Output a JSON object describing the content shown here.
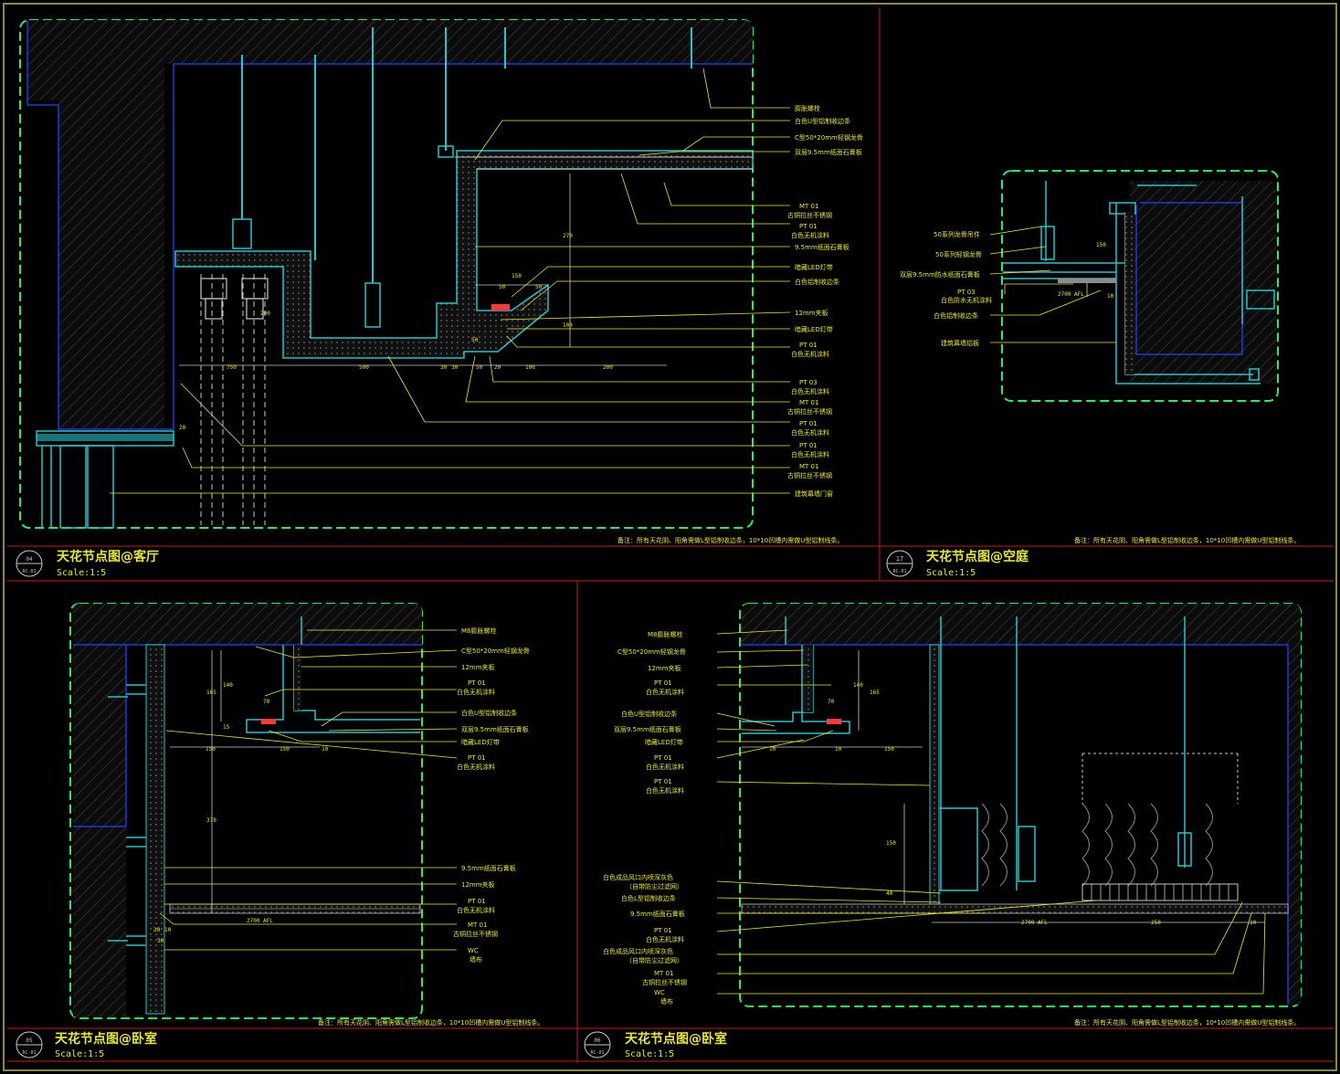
{
  "colors": {
    "background": "#000000",
    "frame": "#8a8a4a",
    "divider": "#c81e1e",
    "boundary": "#2eea5e",
    "leader": "#e8e83a",
    "structure": "#1c3bd8",
    "member": "#27c4cc",
    "hatch": "#7f7f7f",
    "wall": "#c9c9c9",
    "light": "#ff3a3a"
  },
  "panels": [
    {
      "id": "p1",
      "no": "04",
      "ref": "RC-01",
      "title": "天花节点图@客厅",
      "scale": "Scale:1:5",
      "note": "备注：所有天花阴、阳角需做L型铝制收边条，10*10凹槽内需做U型铝制线条。",
      "labels": [
        "膨胀螺栓",
        "白色U型铝制收边条",
        "C型50*20mm轻钢龙骨",
        "双层9.5mm纸面石膏板",
        "MT 01",
        "古铜拉丝不锈钢",
        "PT 01",
        "白色无机涂料",
        "9.5mm纸面石膏板",
        "暗藏LED灯带",
        "白色铝制收边条",
        "12mm夹板",
        "暗藏LED灯带",
        "PT 01",
        "白色无机涂料",
        "PT 03",
        "白色无机涂料",
        "MT 01",
        "古铜拉丝不锈钢",
        "PT 01",
        "白色无机涂料",
        "PT 01",
        "白色无机涂料",
        "MT 01",
        "古铜拉丝不锈钢",
        "建筑幕墙门窗"
      ],
      "dims": [
        "750",
        "500",
        "200",
        "100",
        "150",
        "50",
        "50",
        "50",
        "30",
        "30",
        "50",
        "20",
        "20",
        "100",
        "270",
        "200"
      ]
    },
    {
      "id": "p2",
      "no": "17",
      "ref": "RC-01",
      "title": "天花节点图@空庭",
      "scale": "Scale:1:5",
      "note": "备注：所有天花阴、阳角需做L型铝制收边条，10*10凹槽内需做U型铝制线条。",
      "labels": [
        "50系列龙骨吊件",
        "50系列轻钢龙骨",
        "双层9.5mm防水纸面石膏板",
        "PT 03",
        "白色防水无机涂料",
        "白色铝制收边条",
        "建筑幕墙铝板"
      ],
      "dims": [
        "150",
        "10",
        "2700 AFL"
      ]
    },
    {
      "id": "p3",
      "no": "05",
      "ref": "RC-01",
      "title": "天花节点图@卧室",
      "scale": "Scale:1:5",
      "note": "备注：所有天花阴、阳角需做L型铝制收边条，10*10凹槽内需做U型铝制线条。",
      "labels": [
        "M8膨胀螺栓",
        "C型50*20mm轻钢龙骨",
        "12mm夹板",
        "PT 01",
        "白色无机涂料",
        "白色U型铝制收边条",
        "双层9.5mm纸面石膏板",
        "暗藏LED灯带",
        "PT 01",
        "白色无机涂料",
        "9.5mm纸面石膏板",
        "12mm夹板",
        "PT 01",
        "白色无机涂料",
        "MT 01",
        "古铜拉丝不锈钢",
        "WC",
        "墙布"
      ],
      "dims": [
        "165",
        "140",
        "70",
        "15",
        "150",
        "150",
        "10",
        "370",
        "2700 AFL",
        "20",
        "10",
        "30"
      ]
    },
    {
      "id": "p4",
      "no": "06",
      "ref": "RC-01",
      "title": "天花节点图@卧室",
      "scale": "Scale:1:5",
      "note": "备注：所有天花阴、阳角需做L型铝制收边条，10*10凹槽内需做U型铝制线条。",
      "labels": [
        "M8膨胀螺栓",
        "C型50*20mm轻钢龙骨",
        "12mm夹板",
        "PT 01",
        "白色无机涂料",
        "白色U型铝制收边条",
        "双层9.5mm纸面石膏板",
        "暗藏LED灯带",
        "PT 01",
        "白色无机涂料",
        "PT 01",
        "白色无机涂料",
        "白色成品风口内喷深灰色",
        "（自带防尘过滤网）",
        "白色L型铝制收边条",
        "9.5mm纸面石膏板",
        "PT 01",
        "白色无机涂料",
        "白色成品风口内喷深灰色",
        "（自带防尘过滤网）",
        "MT 01",
        "古铜拉丝不锈钢",
        "WC",
        "墙布"
      ],
      "dims": [
        "140",
        "165",
        "70",
        "150",
        "10",
        "10",
        "150",
        "40",
        "2700 AFL",
        "250",
        "10"
      ]
    }
  ]
}
